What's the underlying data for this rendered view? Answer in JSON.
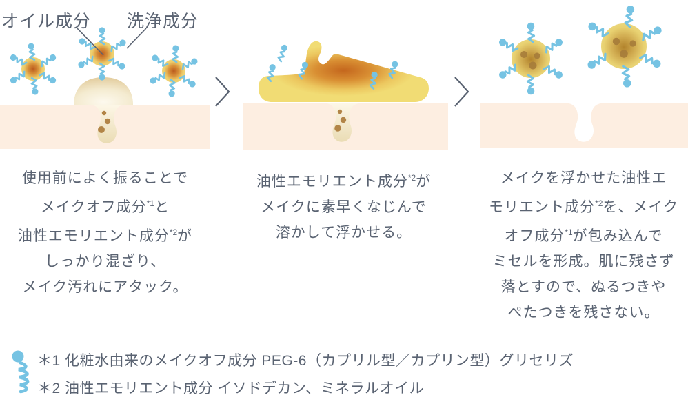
{
  "colors": {
    "text": "#5a6372",
    "surfactant_blue": "#76c3e3",
    "skin": "#fdeee1",
    "micelle_yellow": "#f0d67a",
    "micelle_core_orange": "#bb5c1e",
    "micelle_core_brown": "#b2832c",
    "makeup_yellow": "#f1dc74",
    "makeup_core": "#c4661d",
    "sebum_brown": "#b28547",
    "pore_cream": "#eadcb4"
  },
  "legend": {
    "oil_label": "オイル成分",
    "cleansing_label": "洗浄成分"
  },
  "steps": [
    {
      "lines": [
        "使用前によく振ることで",
        "メイクオフ成分*1と",
        "油性エモリエント成分*2が",
        "しっかり混ざり、",
        "メイク汚れにアタック。"
      ]
    },
    {
      "lines": [
        "油性エモリエント成分*2が",
        "メイクに素早くなじんで",
        "溶かして浮かせる。"
      ]
    },
    {
      "lines": [
        "メイクを浮かせた油性エ",
        "モリエント成分*2を、メイク",
        "オフ成分*1が包み込んで",
        "ミセルを形成。肌に残さず",
        "落とすので、ぬるつきや",
        "ぺたつきを残さない。"
      ]
    }
  ],
  "footnotes": [
    "＊1 化粧水由来のメイクオフ成分 PEG-6（カプリル型／カプリン型）グリセリズ",
    "＊2 油性エモリエント成分 イソドデカン、ミネラルオイル"
  ]
}
